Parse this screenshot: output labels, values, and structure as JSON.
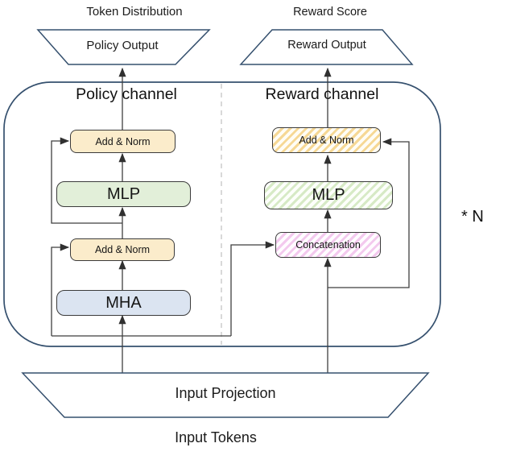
{
  "labels": {
    "token_distribution": "Token Distribution",
    "reward_score": "Reward Score",
    "policy_output": "Policy Output",
    "reward_output": "Reward Output",
    "policy_channel": "Policy channel",
    "reward_channel": "Reward channel",
    "repeat": "* N",
    "input_projection": "Input Projection",
    "input_tokens": "Input Tokens"
  },
  "blocks": {
    "policy": [
      {
        "label": "Add & Norm"
      },
      {
        "label": "MLP"
      },
      {
        "label": "Add & Norm"
      },
      {
        "label": "MHA"
      }
    ],
    "reward": [
      {
        "label": "Add & Norm"
      },
      {
        "label": "MLP"
      },
      {
        "label": "Concatenation"
      }
    ]
  },
  "colors": {
    "outline_navy": "#35506e",
    "wire_line": "#3f3f3f",
    "add_norm_fill": "#fbeccb",
    "mlp_fill": "#e2efd9",
    "mha_fill": "#dbe4f1",
    "reward_add_norm_hatch": "#f6d895",
    "reward_mlp_hatch": "#d7eac6",
    "concatenation_hatch": "#f3c9ee",
    "divider_gray": "#c9c9c9"
  }
}
